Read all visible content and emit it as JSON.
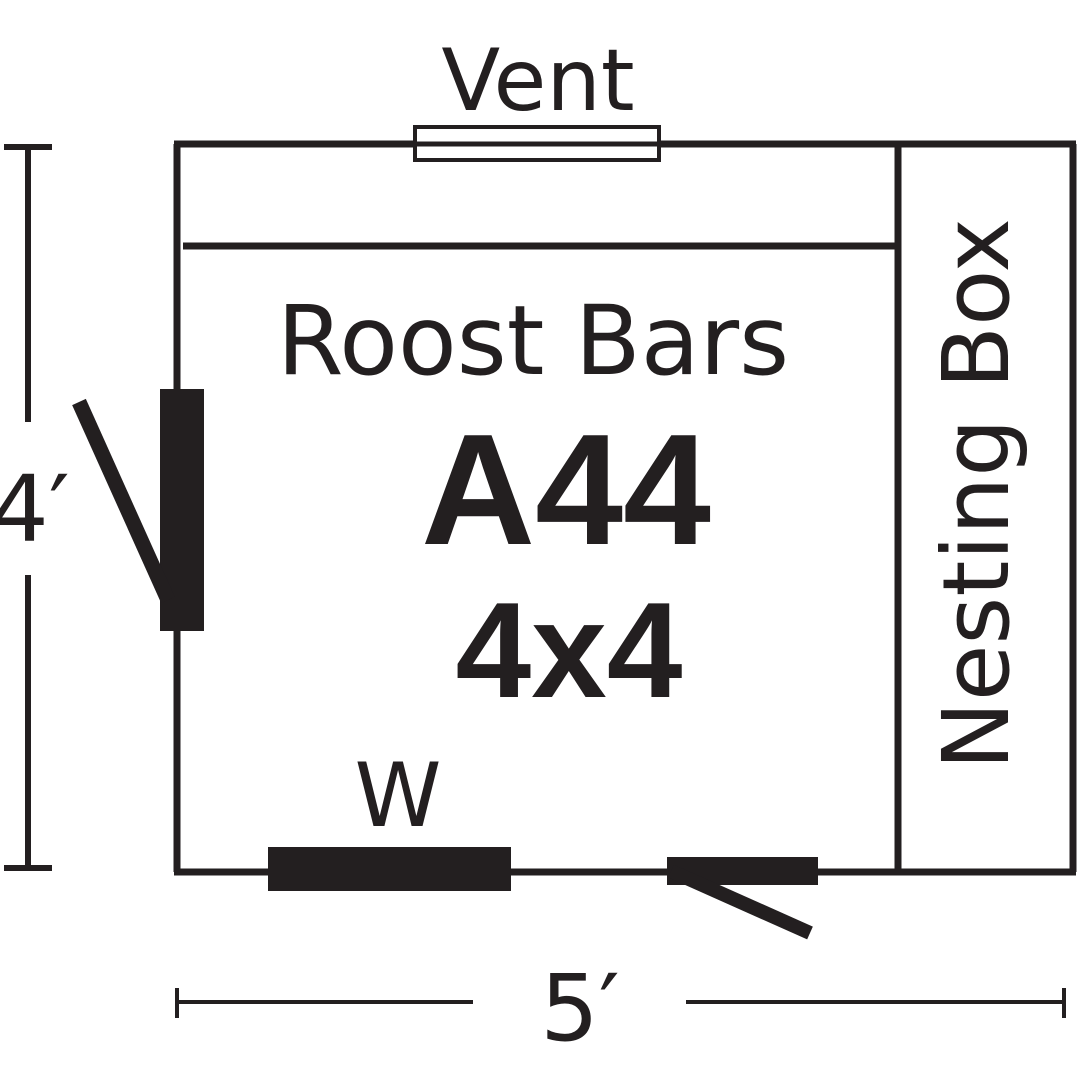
{
  "diagram": {
    "ink_color": "#231f20",
    "background": "#ffffff",
    "labels": {
      "vent": "Vent",
      "roost_bars": "Roost Bars",
      "model": "A44",
      "size": "4x4",
      "window": "W",
      "nesting_box": "Nesting Box",
      "height_dim": "4′",
      "width_dim": "5′"
    }
  }
}
